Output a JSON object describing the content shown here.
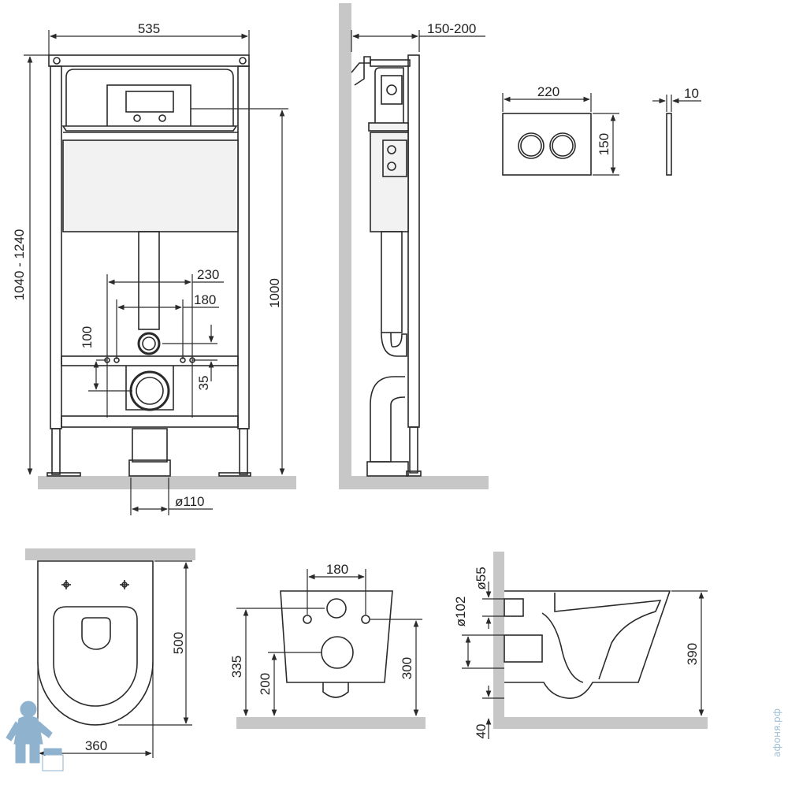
{
  "colors": {
    "line": "#2a2a2a",
    "floor": "#c7c7c7",
    "tank": "#f2f2f2",
    "mascot": "#8fb3cf"
  },
  "frame_front": {
    "width": "535",
    "height_range": "1040 - 1240",
    "total_height": "1000",
    "bolt_outer": "230",
    "bolt_inner": "180",
    "pipe_offset": "100",
    "drain_offset": "35",
    "drain_diameter": "ø110"
  },
  "frame_side": {
    "depth_range": "150-200"
  },
  "button": {
    "width": "220",
    "height": "150",
    "thickness": "10"
  },
  "bowl_top": {
    "length": "500",
    "width": "360"
  },
  "bowl_back": {
    "bolt_spacing": "180",
    "outlet_height": "200",
    "bolt_height": "300",
    "top_height": "335"
  },
  "bowl_side": {
    "inlet_diameter": "ø55",
    "outlet_diameter": "ø102",
    "height": "390",
    "floor_gap": "40"
  },
  "watermark": {
    "text": "афоня.рф"
  }
}
